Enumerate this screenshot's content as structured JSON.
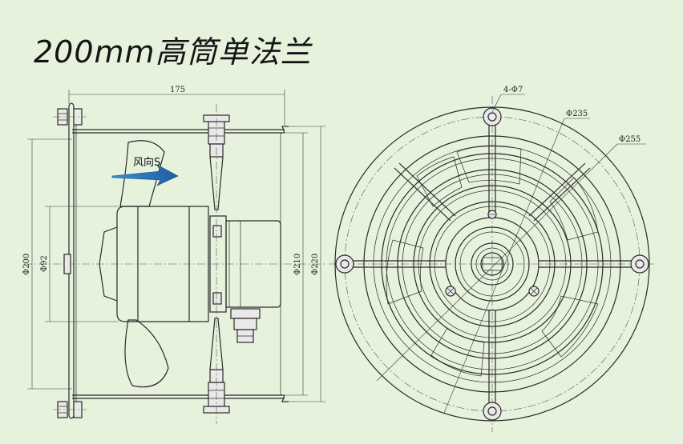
{
  "title": "200mm高筒单法兰",
  "side_view": {
    "width_dim": "175",
    "dia_200": "Φ200",
    "dia_92": "Φ92",
    "dia_210": "Φ210",
    "dia_220": "Φ220",
    "airflow_label": "风向S"
  },
  "front_view": {
    "holes_label": "4-Φ7",
    "dia_235": "Φ235",
    "dia_255": "Φ255"
  },
  "colors": {
    "background": "#e6f2dc",
    "line": "#2a2a2a",
    "arrow": "#3a7fc0"
  }
}
